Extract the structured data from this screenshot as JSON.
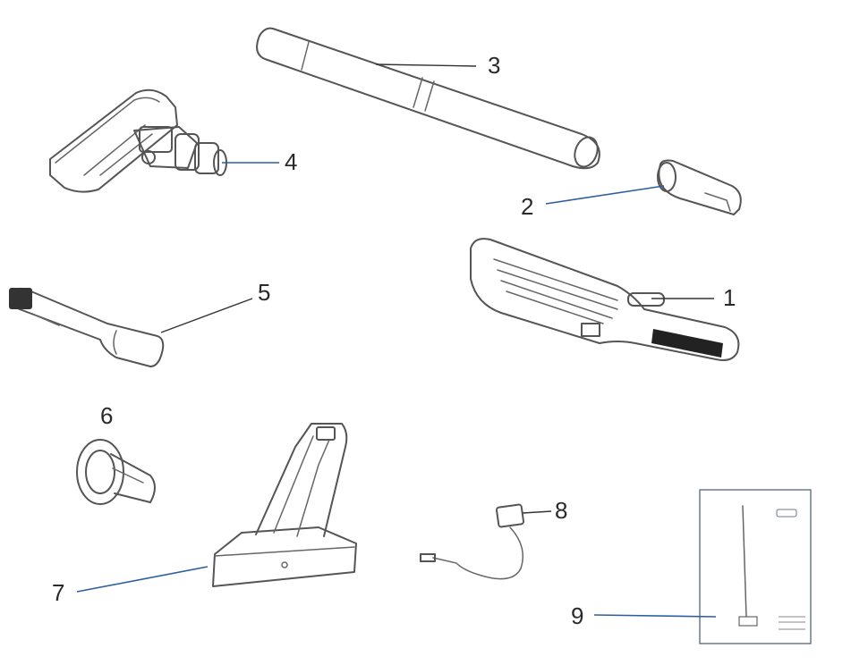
{
  "parts": [
    {
      "id": "handheld-unit",
      "label": "1"
    },
    {
      "id": "crevice-adapter",
      "label": "2"
    },
    {
      "id": "extension-tube",
      "label": "3"
    },
    {
      "id": "floor-brush",
      "label": "4"
    },
    {
      "id": "crevice-tool",
      "label": "5"
    },
    {
      "id": "brush-nozzle",
      "label": "6"
    },
    {
      "id": "charging-stand",
      "label": "7"
    },
    {
      "id": "charger-adapter",
      "label": "8"
    },
    {
      "id": "user-manual",
      "label": "9"
    }
  ],
  "manual": {
    "badge": "",
    "lines": [
      "",
      "",
      ""
    ]
  },
  "colors": {
    "outline": "#555555",
    "leader_blue": "#2d5fa0",
    "leader_black": "#333333"
  }
}
